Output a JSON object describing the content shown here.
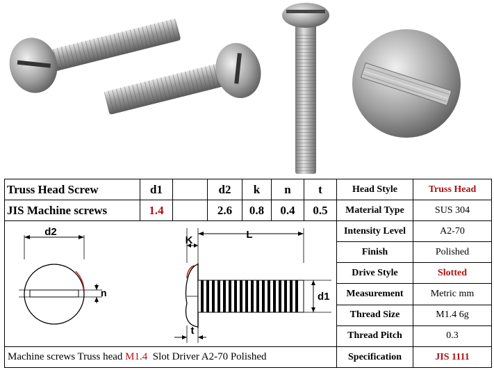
{
  "spec_table": {
    "header_row": {
      "product": "Truss Head Screw",
      "col_d1": "d1",
      "col_blank": "",
      "col_d2": "d2",
      "col_k": "k",
      "col_n": "n",
      "col_t": "t"
    },
    "value_row": {
      "product": "JIS Machine screws",
      "d1": "1.4",
      "blank": "",
      "d2": "2.6",
      "k": "0.8",
      "n": "0.4",
      "t": "0.5"
    },
    "attributes": [
      {
        "label": "Head Style",
        "value": "Truss Head"
      },
      {
        "label": "Material Type",
        "value": "SUS 304"
      },
      {
        "label": "Intensity Level",
        "value": "A2-70"
      },
      {
        "label": "Finish",
        "value": "Polished"
      },
      {
        "label": "Drive Style",
        "value": "Slotted"
      },
      {
        "label": "Measurement",
        "value": "Metric mm"
      },
      {
        "label": "Thread Size",
        "value": "M1.4  6g"
      },
      {
        "label": "Thread Pitch",
        "value": "0.3"
      },
      {
        "label": "Specification",
        "value": "JIS 1111"
      }
    ],
    "footer": {
      "prefix": "Machine screws Truss head ",
      "size": "M1.4",
      "suffix": "  Slot Driver A2-70 Polished"
    }
  },
  "drawing_labels": {
    "d2": "d2",
    "n": "n",
    "k": "K",
    "L": "L",
    "t": "t",
    "d1": "d1"
  },
  "colors": {
    "accent_red": "#b01010",
    "border": "#000000",
    "metal": "#a8a8a8"
  }
}
